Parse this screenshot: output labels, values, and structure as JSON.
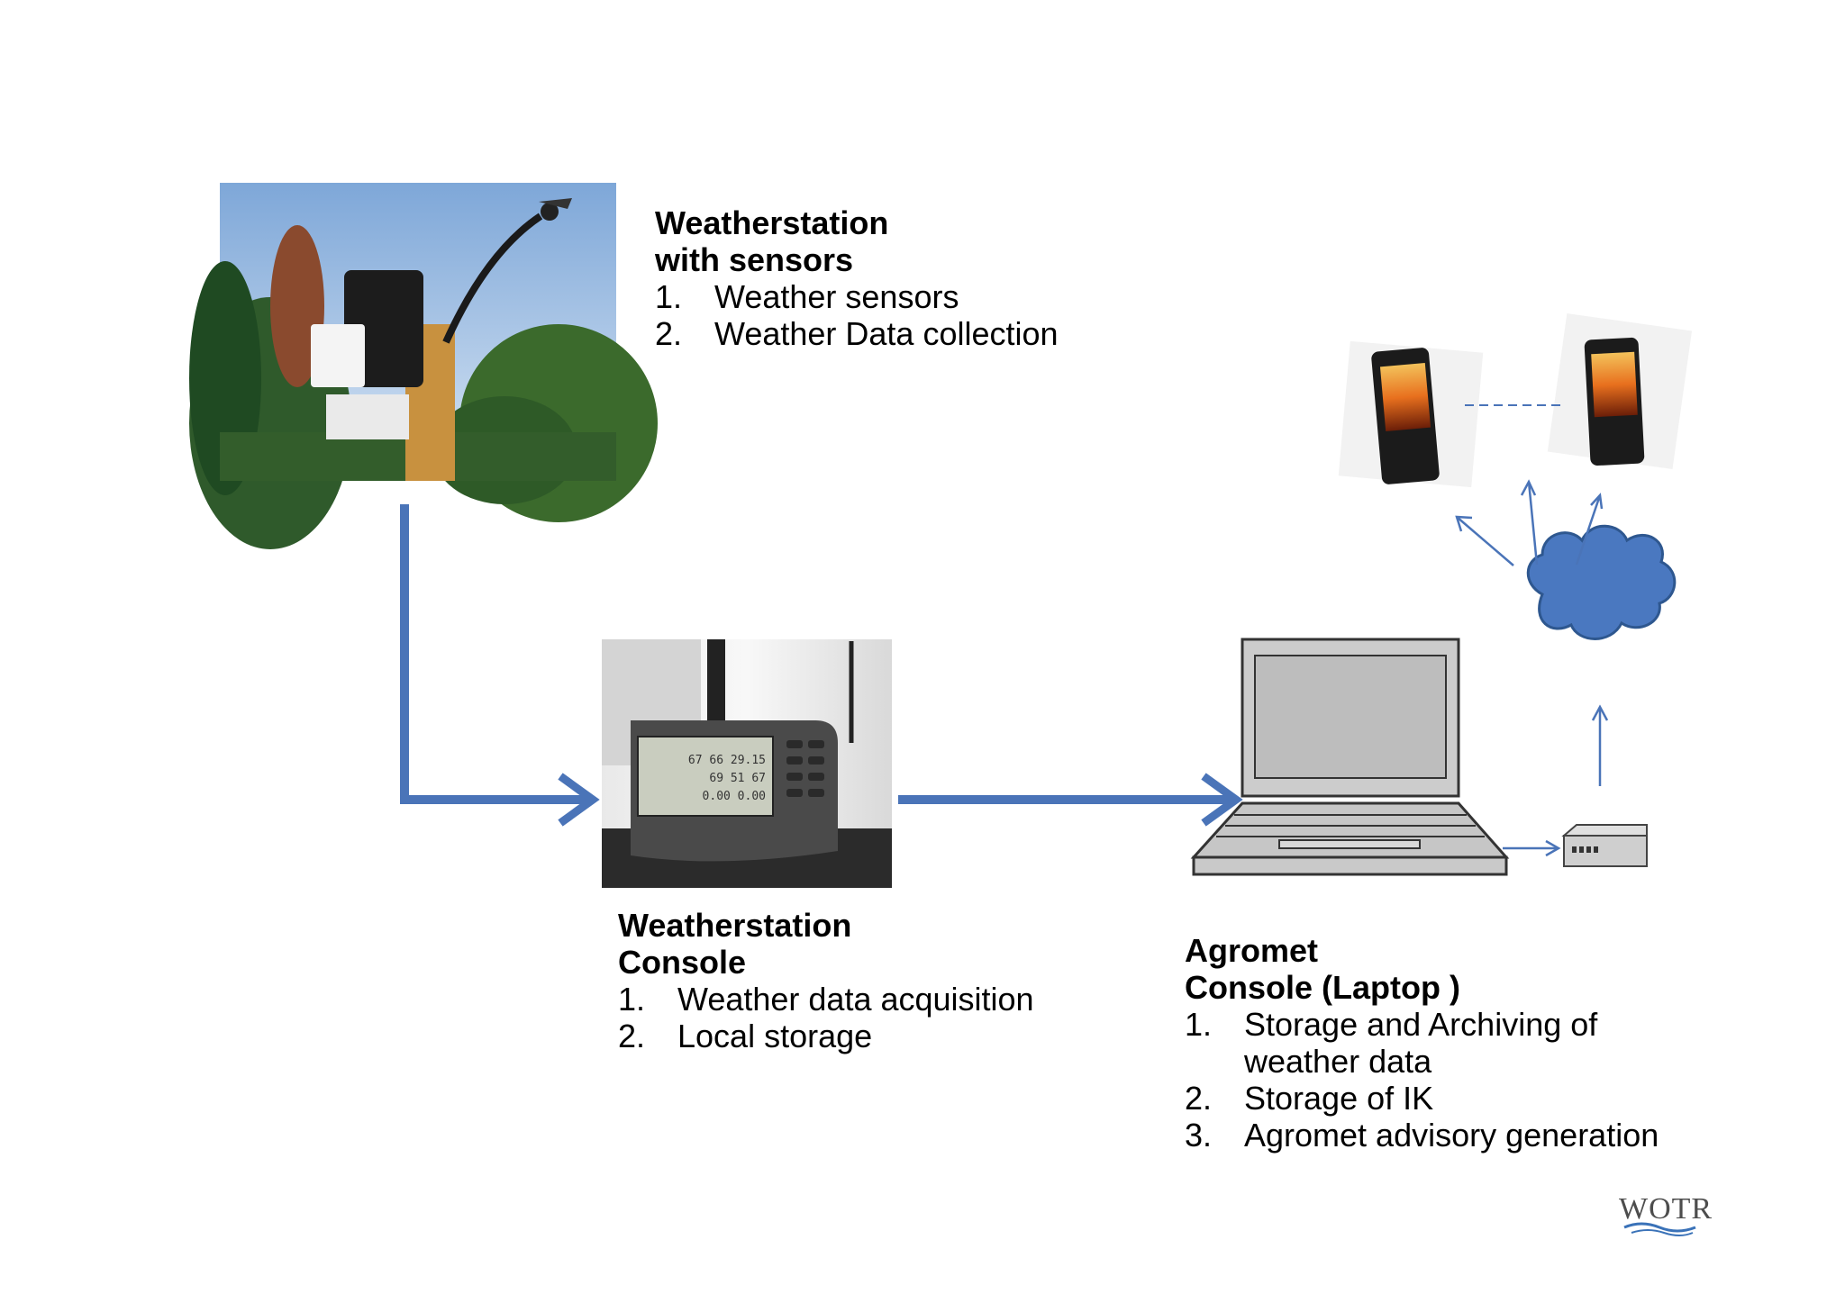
{
  "weatherstation": {
    "title_lines": [
      "Weatherstation",
      "with sensors"
    ],
    "items": [
      {
        "num": "1.",
        "text": "Weather sensors"
      },
      {
        "num": "2.",
        "text": "Weather Data collection"
      }
    ]
  },
  "console": {
    "title_lines": [
      "Weatherstation",
      "Console"
    ],
    "items": [
      {
        "num": "1.",
        "text": "Weather data acquisition"
      },
      {
        "num": "2.",
        "text": "Local storage"
      }
    ],
    "lcd_rows": [
      "67 66 29.15",
      "69 51 67",
      "0.00 0.00"
    ]
  },
  "agromet": {
    "title_lines": [
      "Agromet",
      "Console (Laptop )"
    ],
    "items": [
      {
        "num": "1.",
        "text": "Storage and Archiving of weather data"
      },
      {
        "num": "2.",
        "text": "Storage of IK"
      },
      {
        "num": "3.",
        "text": "Agromet advisory generation"
      }
    ]
  },
  "logo": {
    "text": "WOTR"
  },
  "colors": {
    "arrow": "#4a74b8",
    "cloud": "#4a78c0",
    "laptop_fill": "#c8c8c8"
  }
}
